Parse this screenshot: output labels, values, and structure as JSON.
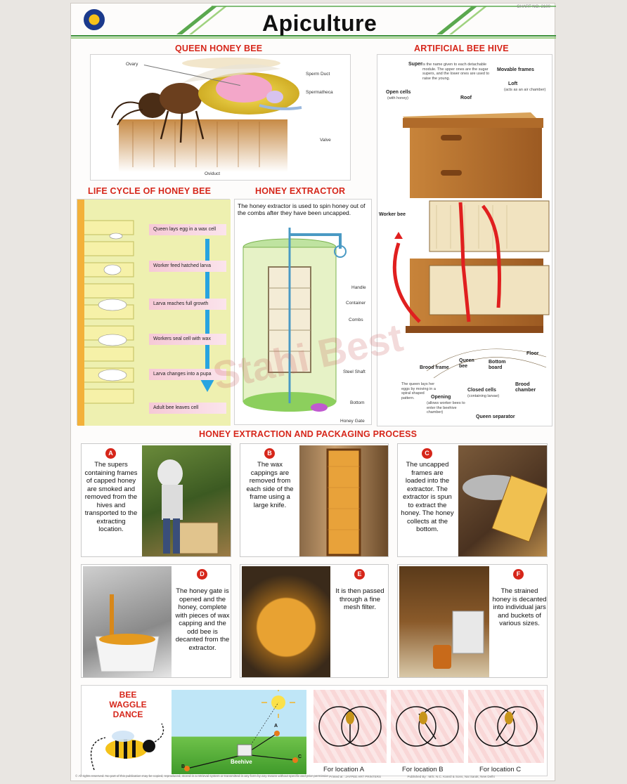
{
  "header": {
    "title": "Apiculture",
    "code": "CHART NO. 2100"
  },
  "queen": {
    "heading": "QUEEN HONEY BEE",
    "labels": {
      "ovary": "Ovary",
      "sperm_duct": "Sperm Duct",
      "spermatheca": "Spermatheca",
      "valve": "Valve",
      "oviduct": "Oviduct"
    }
  },
  "hive": {
    "heading": "ARTIFICIAL BEE HIVE",
    "super_title": "Super",
    "super_desc": "is the name given to each detachable module. The upper ones are the sugar supers, and the lower ones are used to raise the young.",
    "movable_frames": "Movable frames",
    "loft": "Loft",
    "loft_desc": "(acts as an air chamber)",
    "open_cells": "Open cells",
    "open_cells_desc": "(with honey)",
    "roof": "Roof",
    "worker_bee": "Worker bee",
    "brood_frame": "Brood frame",
    "queen_bee": "Queen bee",
    "bottom_board": "Bottom board",
    "floor": "Floor",
    "brood_chamber": "Brood chamber",
    "closed_cells": "Closed cells",
    "closed_cells_desc": "(containing larvae)",
    "queen_note": "The queen lays her eggs by moving in a spiral shaped pattern.",
    "opening": "Opening",
    "opening_desc": "(allows worker bees to enter the beehive chamber)",
    "queen_separator": "Queen separator"
  },
  "lifecycle": {
    "heading": "LIFE CYCLE OF HONEY BEE",
    "steps": [
      "Queen lays egg in a wax cell",
      "Worker feed hatched larva",
      "Larva reaches full growth",
      "Workers seal cell with wax",
      "Larva changes into a pupa",
      "Adult bee leaves cell"
    ]
  },
  "extractor": {
    "heading": "HONEY EXTRACTOR",
    "desc": "The honey extractor is used to spin honey out of the combs after they have been uncapped.",
    "labels": {
      "handle": "Handle",
      "container": "Container",
      "combs": "Combs",
      "steel_shaft": "Steel Shaft",
      "bottom": "Bottom",
      "honey_gate": "Honey Gate"
    }
  },
  "process": {
    "heading": "HONEY EXTRACTION AND PACKAGING PROCESS",
    "steps": [
      {
        "badge": "A",
        "text": "The supers containing frames of capped honey are smoked and removed from the hives and transported to the extracting location."
      },
      {
        "badge": "B",
        "text": "The wax cappings are removed from each side of the frame using a large knife."
      },
      {
        "badge": "C",
        "text": "The uncapped frames are loaded into the extractor. The extractor is spun to extract the honey. The honey collects at the bottom."
      },
      {
        "badge": "D",
        "text": "The honey gate is opened and the honey, complete with pieces of wax capping and the odd bee is decanted from the extractor."
      },
      {
        "badge": "E",
        "text": "It is then passed through a fine mesh filter."
      },
      {
        "badge": "F",
        "text": "The strained honey is decanted into individual jars and buckets of various sizes."
      }
    ]
  },
  "waggle": {
    "heading_lines": [
      "BEE",
      "WAGGLE",
      "DANCE"
    ],
    "beehive": "Beehive",
    "points": [
      "A",
      "B",
      "C"
    ],
    "locations": [
      "For location A",
      "For location B",
      "For location C"
    ]
  },
  "watermark": "Stahi Best",
  "footer": {
    "left": "© All rights reserved. No part of this publication may be copied, reproduced, stored in a retrieval system or transmitted in any form by any means without specific and prior permission of the publishers.",
    "mid": "Printed at : JAYPEE ART PRINTERS",
    "right": "Published By : M/S. N.C. Kansil & Sons, Nai Sarak, New Delhi"
  },
  "colors": {
    "accent_red": "#d6261a",
    "band_green": "#5aa84e",
    "pink_cell": "#f6c9d6",
    "honey": "#e59a1e",
    "wood": "#b8732e"
  }
}
